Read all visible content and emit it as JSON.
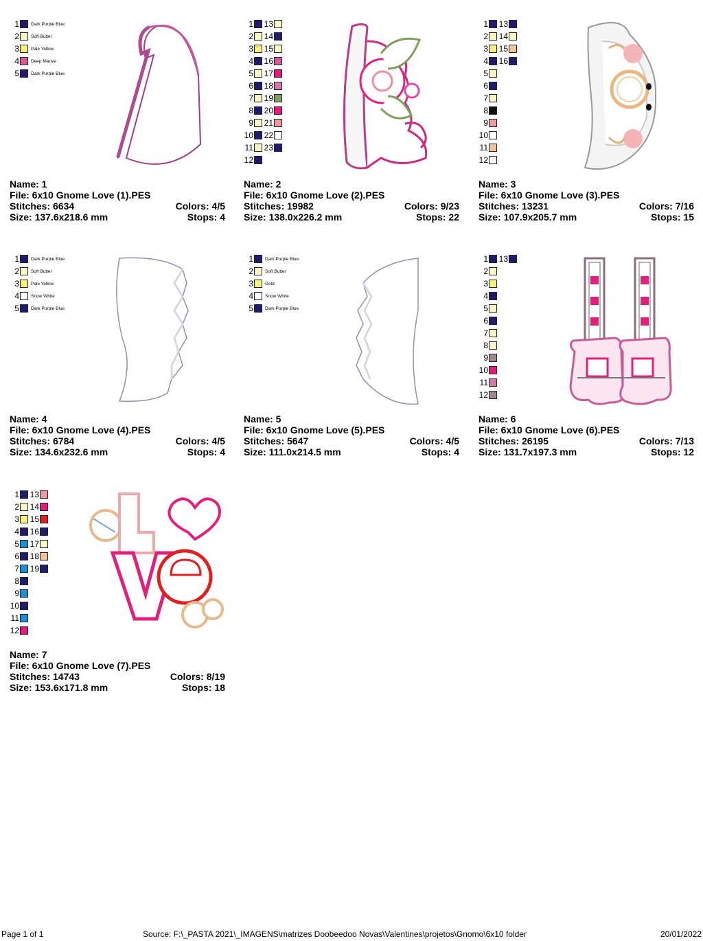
{
  "palette": {
    "navy": "#1f1b6e",
    "cream": "#fbf6c8",
    "yellow": "#f8f27c",
    "mauve": "#d65a9a",
    "white": "#ffffff",
    "pink": "#e61a7c",
    "rose": "#d47aa8",
    "green": "#7e9f5e",
    "peach": "#f1c39b",
    "salmon": "#f09aa0",
    "black": "#111111",
    "taupe": "#9a8a8c",
    "cyan": "#1c8fd6",
    "red": "#e02020"
  },
  "designs": [
    {
      "name": "Name: 1",
      "file": "File: 6x10 Gnome Love (1).PES",
      "stitches": "Stitches: 6634",
      "colors": "Colors: 4/5",
      "size": "Size: 137.6x218.6 mm",
      "stops": "Stops: 4",
      "swatches": [
        {
          "n": "1",
          "c": "navy",
          "label": "Dark Purple Blue"
        },
        {
          "n": "2",
          "c": "cream",
          "label": "Soft Butter"
        },
        {
          "n": "3",
          "c": "yellow",
          "label": "Pale Yellow"
        },
        {
          "n": "4",
          "c": "mauve",
          "label": "Deep Mauve"
        },
        {
          "n": "5",
          "c": "navy",
          "label": "Dark Purple Blue"
        }
      ]
    },
    {
      "name": "Name: 2",
      "file": "File: 6x10 Gnome Love (2).PES",
      "stitches": "Stitches: 19982",
      "colors": "Colors: 9/23",
      "size": "Size: 138.0x226.2 mm",
      "stops": "Stops: 22",
      "swatches": [
        {
          "n": "1",
          "c": "navy",
          "n2": "13",
          "c2": "cream"
        },
        {
          "n": "2",
          "c": "cream",
          "n2": "14",
          "c2": "navy"
        },
        {
          "n": "3",
          "c": "yellow",
          "n2": "15",
          "c2": "cream"
        },
        {
          "n": "4",
          "c": "navy",
          "n2": "16",
          "c2": "mauve"
        },
        {
          "n": "5",
          "c": "cream",
          "n2": "17",
          "c2": "pink"
        },
        {
          "n": "6",
          "c": "navy",
          "n2": "18",
          "c2": "rose"
        },
        {
          "n": "7",
          "c": "cream",
          "n2": "19",
          "c2": "green"
        },
        {
          "n": "8",
          "c": "navy",
          "n2": "20",
          "c2": "pink"
        },
        {
          "n": "9",
          "c": "cream",
          "n2": "21",
          "c2": "salmon"
        },
        {
          "n": "10",
          "c": "navy",
          "n2": "22",
          "c2": "white"
        },
        {
          "n": "11",
          "c": "cream",
          "n2": "23",
          "c2": "navy"
        },
        {
          "n": "12",
          "c": "navy"
        }
      ]
    },
    {
      "name": "Name: 3",
      "file": "File: 6x10 Gnome Love (3).PES",
      "stitches": "Stitches: 13231",
      "colors": "Colors: 7/16",
      "size": "Size: 107.9x205.7 mm",
      "stops": "Stops: 15",
      "swatches": [
        {
          "n": "1",
          "c": "navy",
          "n2": "13",
          "c2": "navy"
        },
        {
          "n": "2",
          "c": "cream",
          "n2": "14",
          "c2": "cream"
        },
        {
          "n": "3",
          "c": "yellow",
          "n2": "15",
          "c2": "peach"
        },
        {
          "n": "4",
          "c": "navy",
          "n2": "16",
          "c2": "navy"
        },
        {
          "n": "5",
          "c": "cream"
        },
        {
          "n": "6",
          "c": "navy"
        },
        {
          "n": "7",
          "c": "cream"
        },
        {
          "n": "8",
          "c": "black"
        },
        {
          "n": "9",
          "c": "salmon"
        },
        {
          "n": "10",
          "c": "white"
        },
        {
          "n": "11",
          "c": "peach"
        },
        {
          "n": "12",
          "c": "white"
        }
      ]
    },
    {
      "name": "Name: 4",
      "file": "File: 6x10 Gnome Love (4).PES",
      "stitches": "Stitches: 6784",
      "colors": "Colors: 4/5",
      "size": "Size: 134.6x232.6 mm",
      "stops": "Stops: 4",
      "swatches": [
        {
          "n": "1",
          "c": "navy",
          "label": "Dark Purple Blue"
        },
        {
          "n": "2",
          "c": "cream",
          "label": "Soft Butter"
        },
        {
          "n": "3",
          "c": "yellow",
          "label": "Pale Yellow"
        },
        {
          "n": "4",
          "c": "white",
          "label": "Snow White"
        },
        {
          "n": "5",
          "c": "navy",
          "label": "Dark Purple Blue"
        }
      ]
    },
    {
      "name": "Name: 5",
      "file": "File: 6x10 Gnome Love (5).PES",
      "stitches": "Stitches: 5647",
      "colors": "Colors: 4/5",
      "size": "Size: 111.0x214.5 mm",
      "stops": "Stops: 4",
      "swatches": [
        {
          "n": "1",
          "c": "navy",
          "label": "Dark Purple Blue"
        },
        {
          "n": "2",
          "c": "cream",
          "label": "Soft Butter"
        },
        {
          "n": "3",
          "c": "yellow",
          "label": "Gold"
        },
        {
          "n": "4",
          "c": "white",
          "label": "Snow White"
        },
        {
          "n": "5",
          "c": "navy",
          "label": "Dark Purple Blue"
        }
      ]
    },
    {
      "name": "Name: 6",
      "file": "File: 6x10 Gnome Love (6).PES",
      "stitches": "Stitches: 26195",
      "colors": "Colors: 7/13",
      "size": "Size: 131.7x197.3 mm",
      "stops": "Stops: 12",
      "swatches": [
        {
          "n": "1",
          "c": "navy",
          "n2": "13",
          "c2": "navy"
        },
        {
          "n": "2",
          "c": "cream"
        },
        {
          "n": "3",
          "c": "yellow"
        },
        {
          "n": "4",
          "c": "navy"
        },
        {
          "n": "5",
          "c": "cream"
        },
        {
          "n": "6",
          "c": "navy"
        },
        {
          "n": "7",
          "c": "cream"
        },
        {
          "n": "8",
          "c": "cream"
        },
        {
          "n": "9",
          "c": "taupe"
        },
        {
          "n": "10",
          "c": "pink"
        },
        {
          "n": "11",
          "c": "rose"
        },
        {
          "n": "12",
          "c": "taupe"
        }
      ]
    },
    {
      "name": "Name: 7",
      "file": "File: 6x10 Gnome Love (7).PES",
      "stitches": "Stitches: 14743",
      "colors": "Colors: 8/19",
      "size": "Size: 153.6x171.8 mm",
      "stops": "Stops: 18",
      "swatches": [
        {
          "n": "1",
          "c": "navy",
          "n2": "13",
          "c2": "salmon"
        },
        {
          "n": "2",
          "c": "cream",
          "n2": "14",
          "c2": "pink"
        },
        {
          "n": "3",
          "c": "yellow",
          "n2": "15",
          "c2": "red"
        },
        {
          "n": "4",
          "c": "navy",
          "n2": "16",
          "c2": "navy"
        },
        {
          "n": "5",
          "c": "cyan",
          "n2": "17",
          "c2": "cream"
        },
        {
          "n": "6",
          "c": "navy",
          "n2": "18",
          "c2": "peach"
        },
        {
          "n": "7",
          "c": "cyan",
          "n2": "19",
          "c2": "navy"
        },
        {
          "n": "8",
          "c": "navy"
        },
        {
          "n": "9",
          "c": "cyan"
        },
        {
          "n": "10",
          "c": "navy"
        },
        {
          "n": "11",
          "c": "cyan"
        },
        {
          "n": "12",
          "c": "pink"
        }
      ]
    }
  ],
  "footer": {
    "page": "Page 1 of 1",
    "source": "Source: F:\\_PASTA 2021\\_IMAGENS\\matrizes Doobeedoo Novas\\Valentines\\projetos\\Gnomo\\6x10 folder",
    "date": "20/01/2022"
  }
}
